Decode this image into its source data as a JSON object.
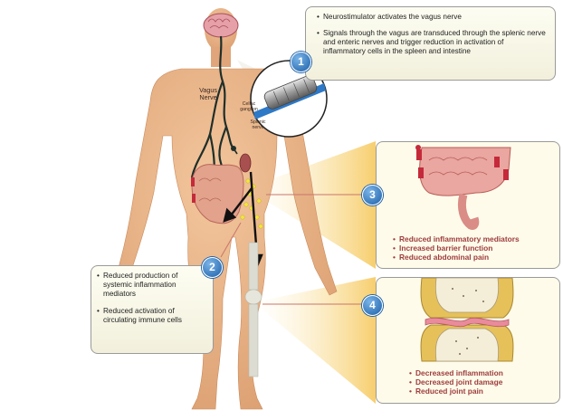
{
  "callout1": {
    "number": "1",
    "bullets": [
      "Neurostimulator activates the vagus nerve",
      "Signals through the vagus are transduced through the splenic nerve and enteric nerves and trigger reduction in activation of inflammatory cells in the spleen and intestine"
    ]
  },
  "callout2": {
    "number": "2",
    "bullets": [
      "Reduced production of systemic inflammation mediators",
      "Reduced activation of circulating immune cells"
    ]
  },
  "callout3": {
    "number": "3",
    "effects": [
      "Reduced inflammatory mediators",
      "Increased barrier function",
      "Reduced abdominal pain"
    ]
  },
  "callout4": {
    "number": "4",
    "effects": [
      "Decreased inflammation",
      "Decreased joint damage",
      "Reduced joint pain"
    ]
  },
  "labels": {
    "vagus_nerve": "Vagus Nerve",
    "celiac_ganglion": "Celiac ganglion",
    "splenic_nerve": "Splenic nerve"
  },
  "colors": {
    "skin": "#e8b48a",
    "nerve": "#1f2f2a",
    "callout_fill": "#f6f4e2",
    "effect_text": "#9c3d3d",
    "badge": "#1b5fa8",
    "beam": "#f6d27a"
  }
}
